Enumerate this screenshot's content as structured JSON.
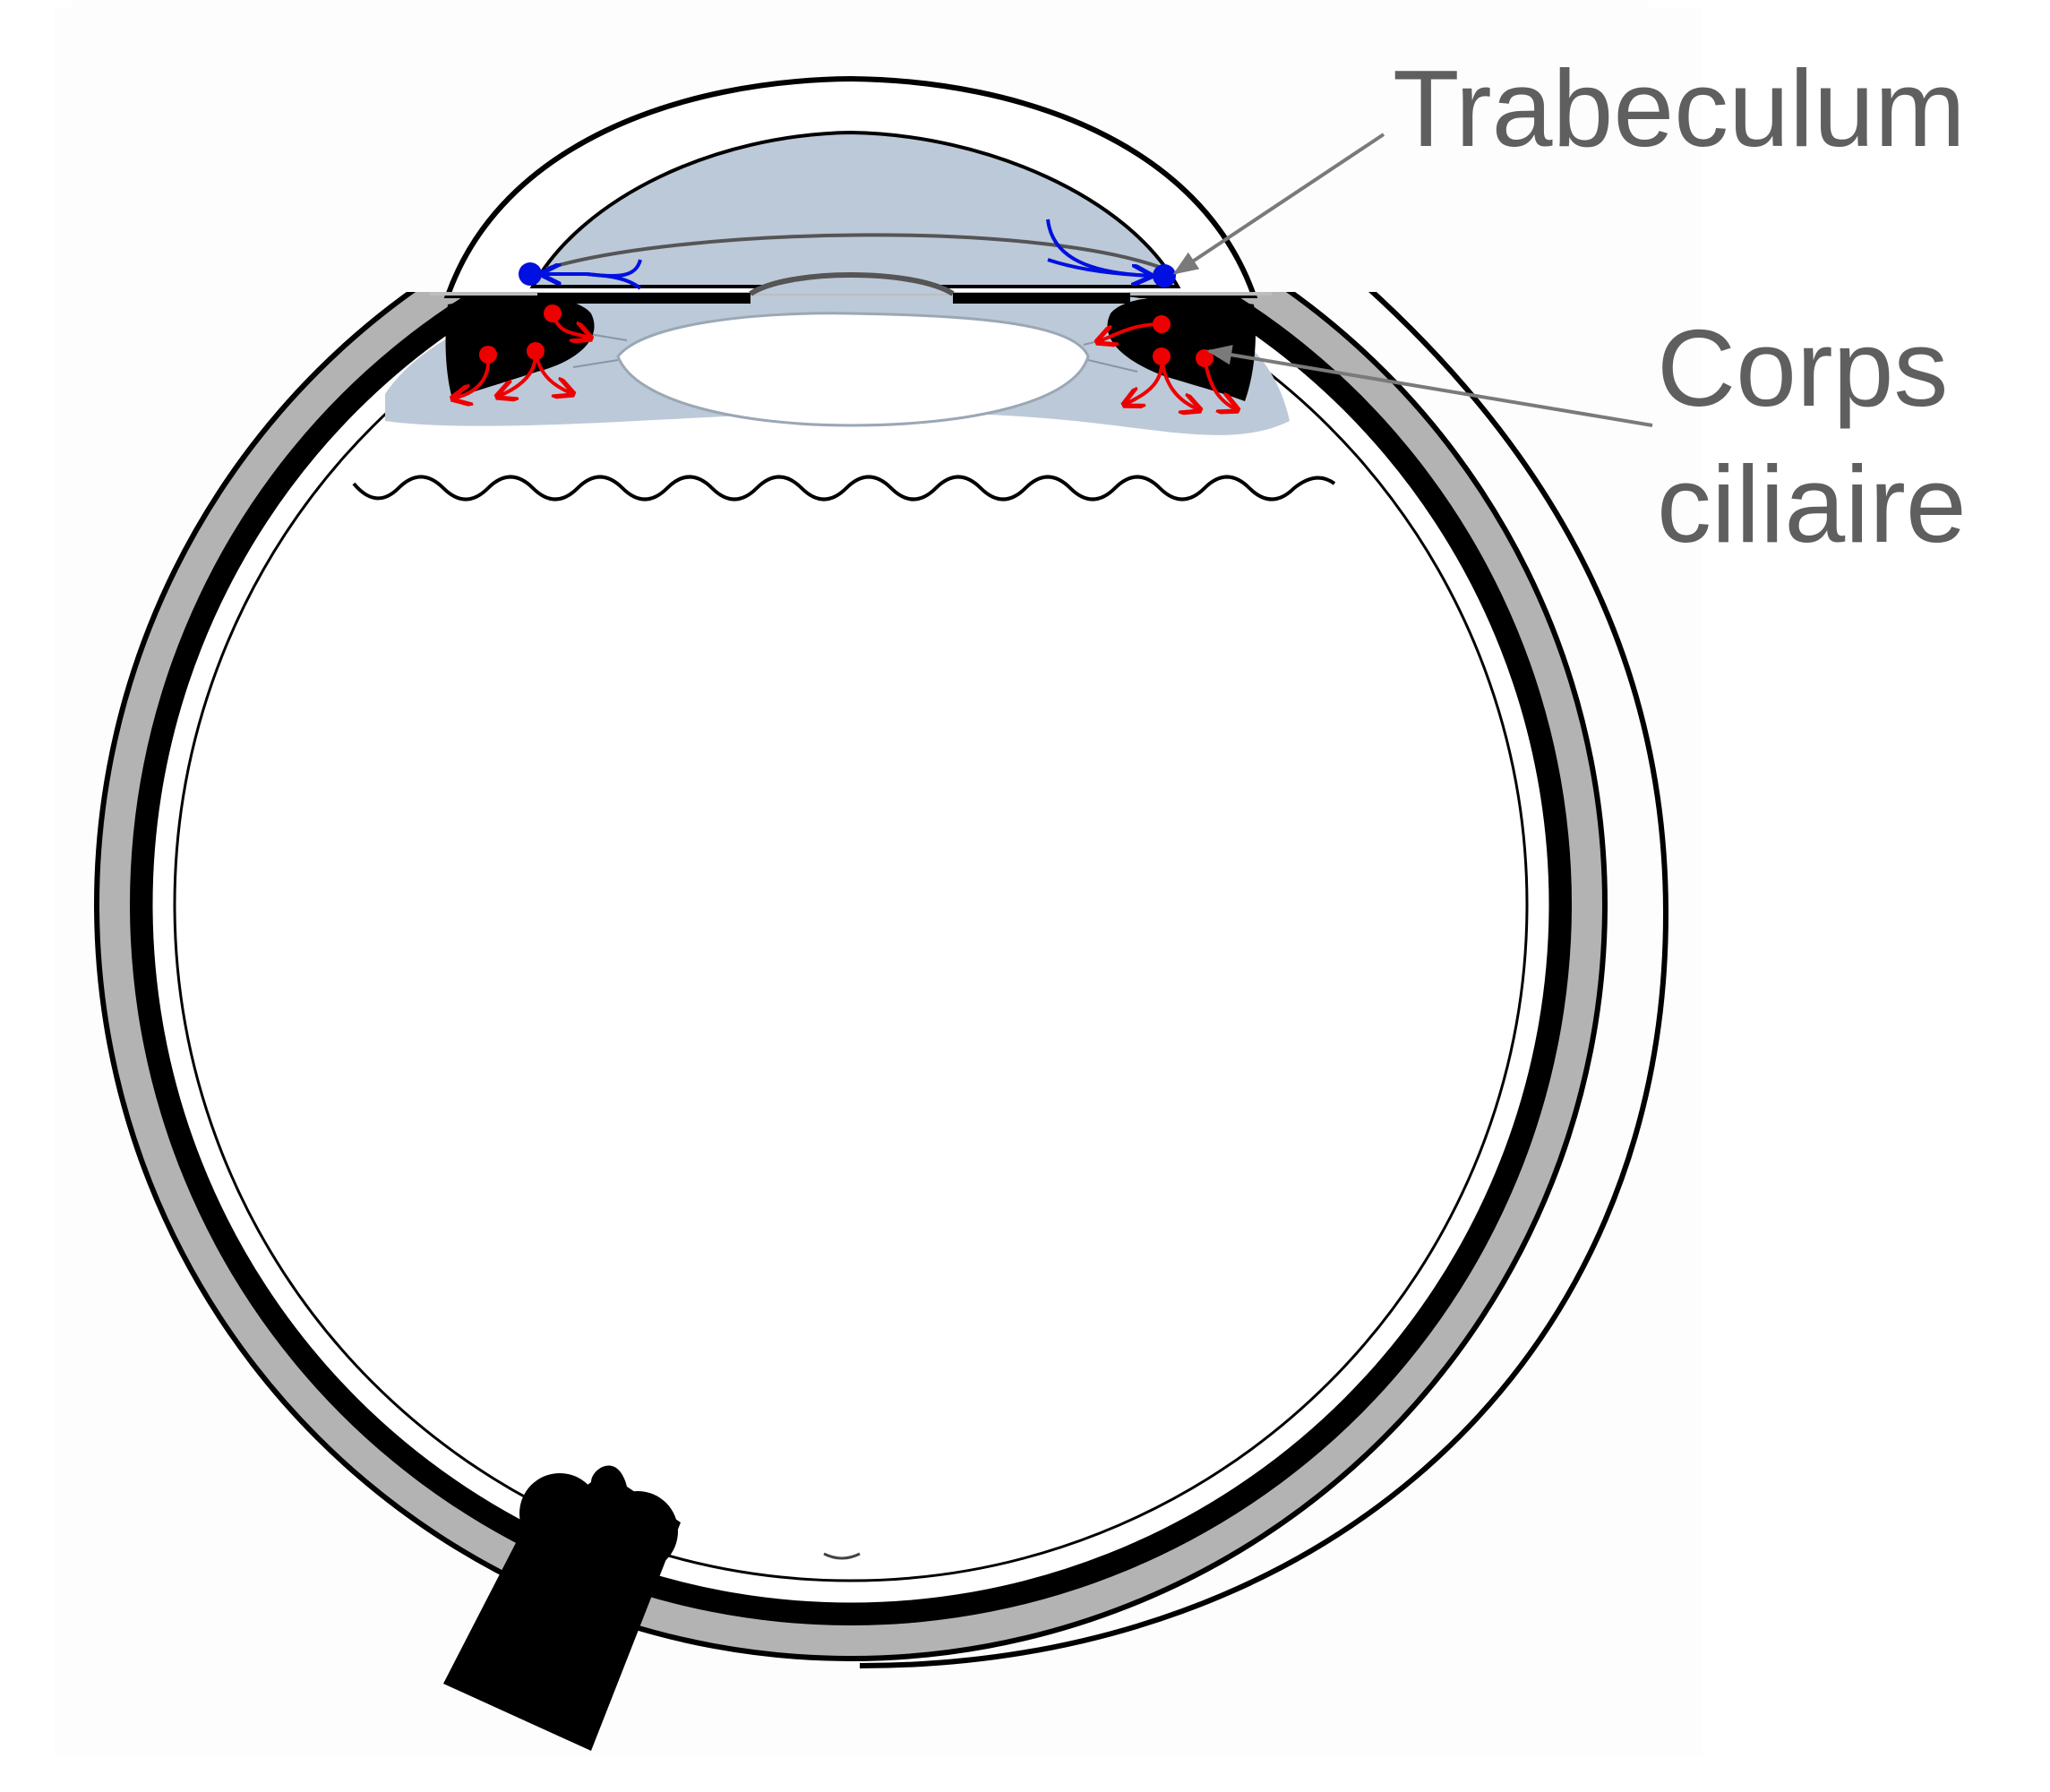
{
  "labels": {
    "trabeculum": "Trabeculum",
    "corps_ciliaire_line1": "Corps",
    "corps_ciliaire_line2": "ciliaire"
  },
  "colors": {
    "aqueous": "#bcc9d8",
    "sclera": "#b3b3b3",
    "choroid": "#000000",
    "outflow": "#0010e0",
    "secretion": "#ee0000",
    "label_text": "#5f5f5f",
    "pointer_line": "#7a7a7a"
  }
}
